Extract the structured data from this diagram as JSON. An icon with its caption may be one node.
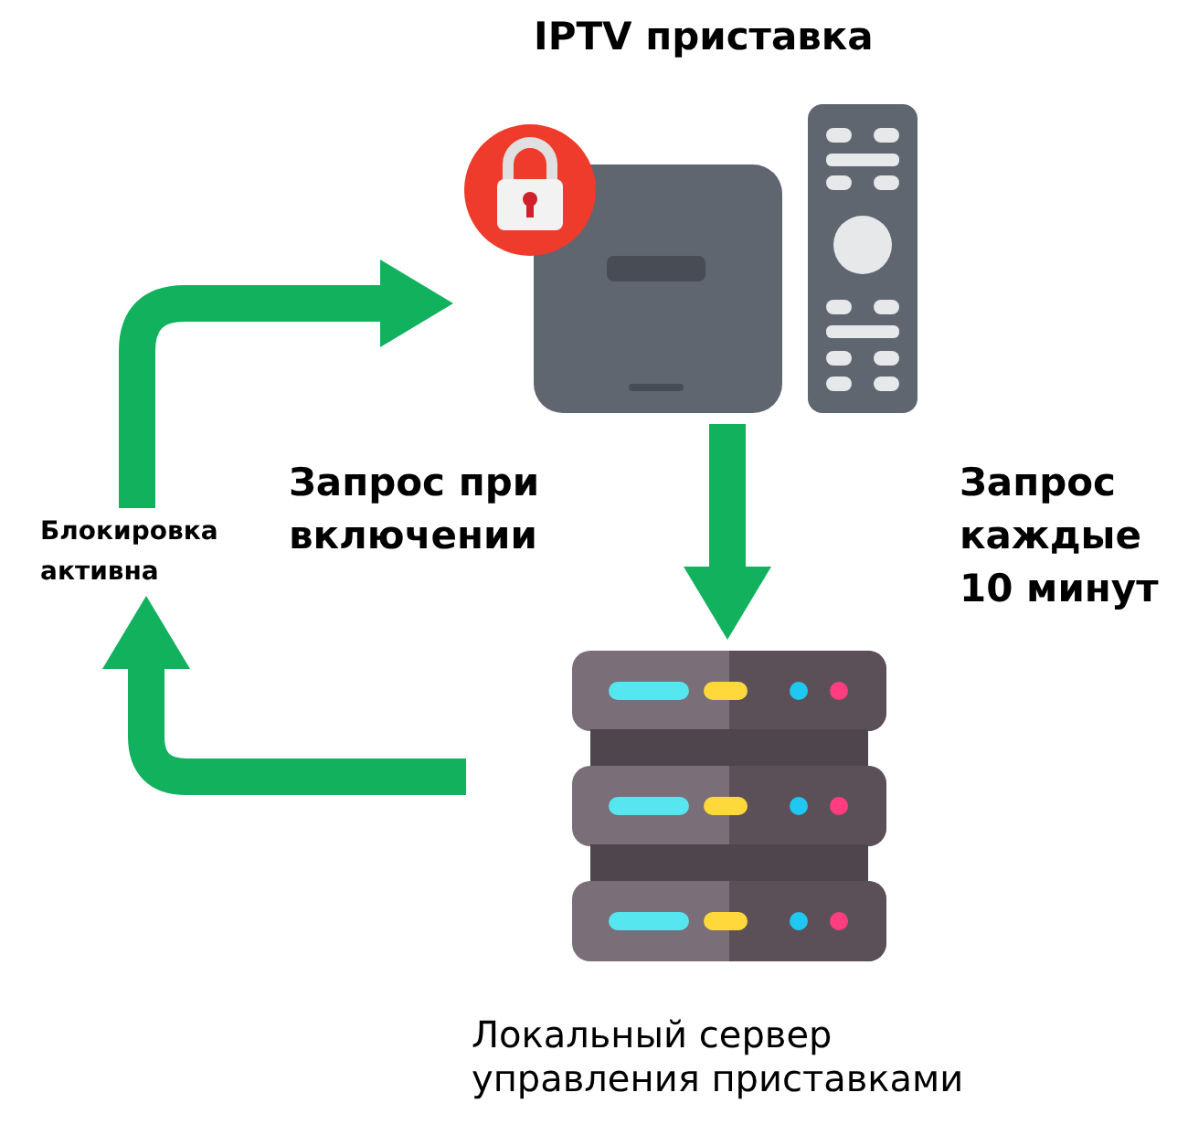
{
  "diagram": {
    "nodes": [
      {
        "text": [
          "IPTV приставка"
        ]
      },
      {
        "text": [
          "Локальный сервер управления приставками"
        ]
      },
      {
        "text": [
          "Блокировка активна"
        ]
      }
    ],
    "edges": [
      {
        "from": 0,
        "to": 1,
        "arrow": "to"
      },
      {
        "from": 1,
        "to": 2,
        "arrow": "to"
      },
      {
        "from": 2,
        "to": 0,
        "arrow": "to"
      }
    ],
    "labels": [
      "Запрос при включении",
      "Запрос каждые 10 минут"
    ]
  }
}
